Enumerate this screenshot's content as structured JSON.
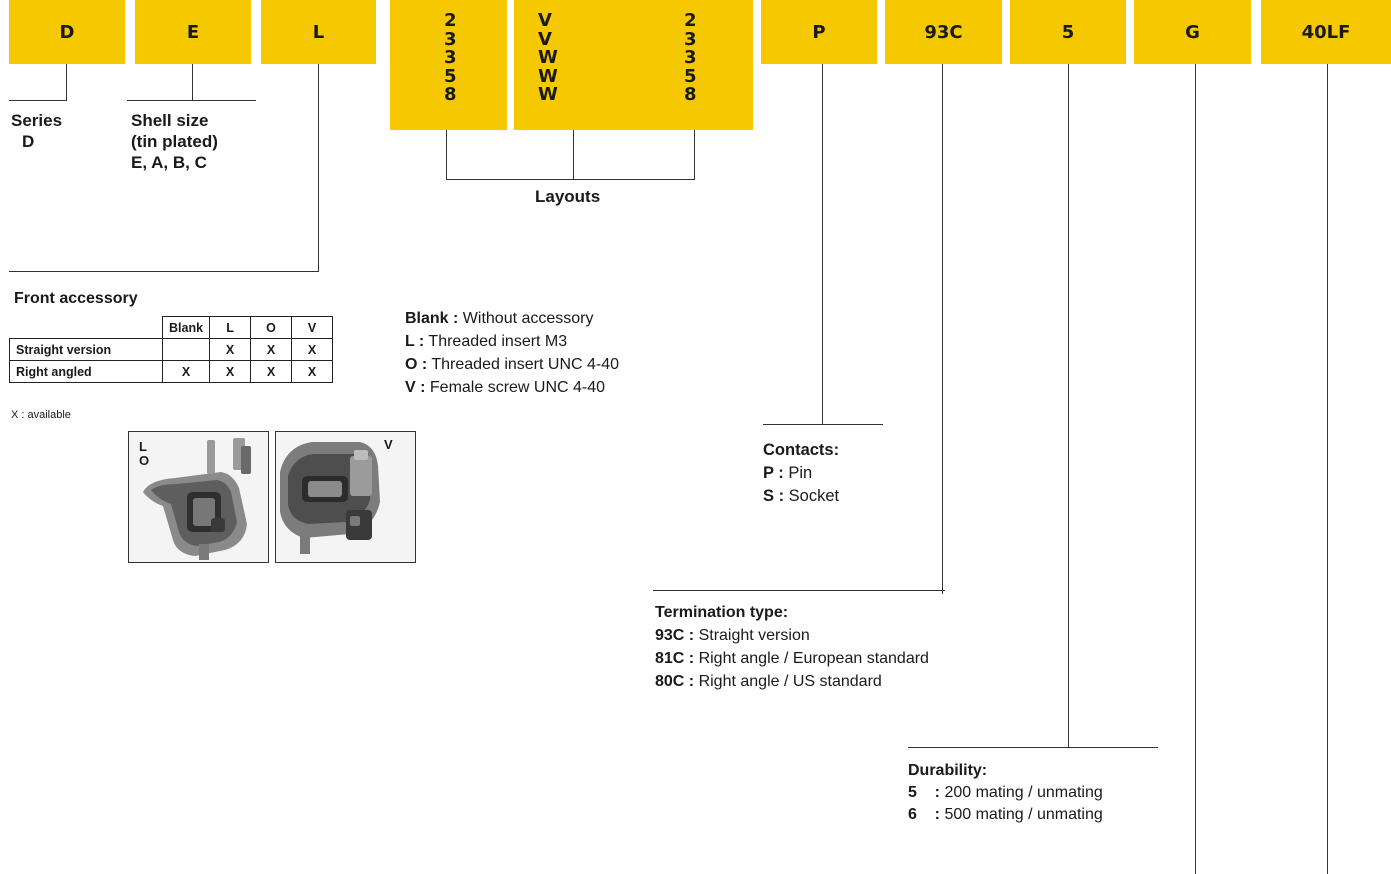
{
  "code_boxes": {
    "series": "D",
    "shell": "E",
    "accessory": "L",
    "layout_col1": [
      "2",
      "3",
      "3",
      "5",
      "8"
    ],
    "layout_col2": [
      "V",
      "V",
      "W",
      "W",
      "W"
    ],
    "layout_col3": [
      "2",
      "3",
      "3",
      "5",
      "8"
    ],
    "contacts": "P",
    "termination": "93C",
    "durability": "5",
    "plating": "G",
    "suffix": "40LF"
  },
  "series": {
    "title": "Series",
    "value": "D"
  },
  "shell": {
    "title": "Shell size",
    "subtitle": "(tin plated)",
    "values": "E, A, B, C"
  },
  "layouts": {
    "title": "Layouts"
  },
  "front_accessory": {
    "title": "Front accessory",
    "columns": [
      "Blank",
      "L",
      "O",
      "V"
    ],
    "rows": [
      {
        "label": "Straight version",
        "cells": [
          "",
          "X",
          "X",
          "X"
        ]
      },
      {
        "label": "Right angled",
        "cells": [
          "X",
          "X",
          "X",
          "X"
        ]
      }
    ],
    "note": "X : available",
    "legend": [
      {
        "key": "Blank :",
        "text": " Without accessory"
      },
      {
        "key": "L  :",
        "text": " Threaded insert M3"
      },
      {
        "key": "O :",
        "text": " Threaded insert UNC 4-40"
      },
      {
        "key": "V :",
        "text": " Female screw UNC 4-40"
      }
    ],
    "photo1_label_top": "L",
    "photo1_label_bottom": "O",
    "photo2_label": "V"
  },
  "contacts": {
    "title": "Contacts:",
    "items": [
      {
        "key": "P  :",
        "text": "  Pin"
      },
      {
        "key": "S  :",
        "text": "  Socket"
      }
    ]
  },
  "termination": {
    "title": "Termination type:",
    "items": [
      {
        "key": "93C :",
        "text": " Straight version"
      },
      {
        "key": "81C :",
        "text": " Right angle / European standard"
      },
      {
        "key": "80C :",
        "text": " Right angle / US standard"
      }
    ]
  },
  "durability": {
    "title": "Durability:",
    "items": [
      {
        "key": "5    :",
        "text": " 200 mating / unmating"
      },
      {
        "key": "6    :",
        "text": " 500 mating / unmating"
      }
    ]
  },
  "colors": {
    "accent": "#f5c800",
    "line": "#333333"
  }
}
